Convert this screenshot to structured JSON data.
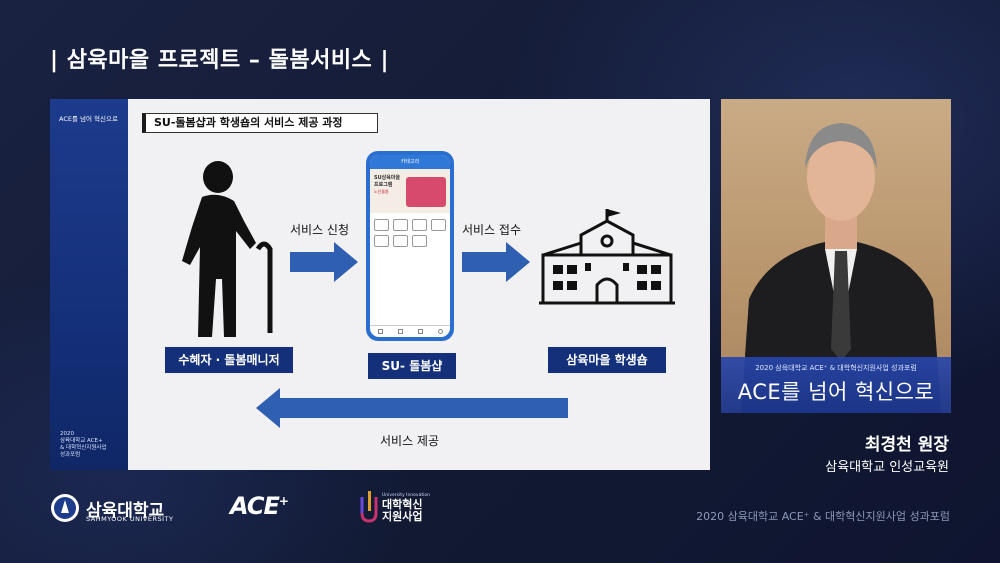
{
  "page": {
    "title": "| 삼육마을 프로젝트 – 돌봄서비스 |"
  },
  "slide": {
    "side_top": "ACE를 넘어 혁신으로",
    "side_bottom": [
      "2020",
      "삼육대학교 ACE+",
      "& 대학혁신지원사업",
      "성과포럼"
    ],
    "header": "SU-돌봄샵과 학생숍의 서비스 제공 과정",
    "flow": {
      "request_label": "서비스 신청",
      "receive_label": "서비스 접수",
      "provide_label": "서비스 제공"
    },
    "boxes": {
      "recipient": "수혜자 · 돌봄매니저",
      "app": "SU- 돌봄샵",
      "shop": "삼육마을 학생숍"
    },
    "phone": {
      "topbar": "카테고리",
      "banner_line1": "SU삼육마을",
      "banner_line2": "프로그램",
      "banner_line3": "노인돌봄"
    }
  },
  "speaker": {
    "banner_small": "2020 삼육대학교 ACE⁺ & 대학혁신지원사업 성과포럼",
    "banner_big": "ACE를 넘어 혁신으로",
    "name": "최경천 원장",
    "affiliation": "삼육대학교 인성교육원"
  },
  "logos": {
    "university_ko": "삼육대학교",
    "university_en": "SAHMYOOK UNIVERSITY",
    "ace": "ACE",
    "ace_sup": "+",
    "innovation_small": "University Innovation",
    "innovation_line1": "대학혁신",
    "innovation_line2": "지원사업"
  },
  "footer": {
    "forum": "2020 삼육대학교 ACE⁺ & 대학혁신지원사업 성과포럼"
  },
  "colors": {
    "background": "#141b33",
    "slide_accent": "#14307a",
    "arrow": "#2f5fb0",
    "banner": "#2a48a8"
  }
}
